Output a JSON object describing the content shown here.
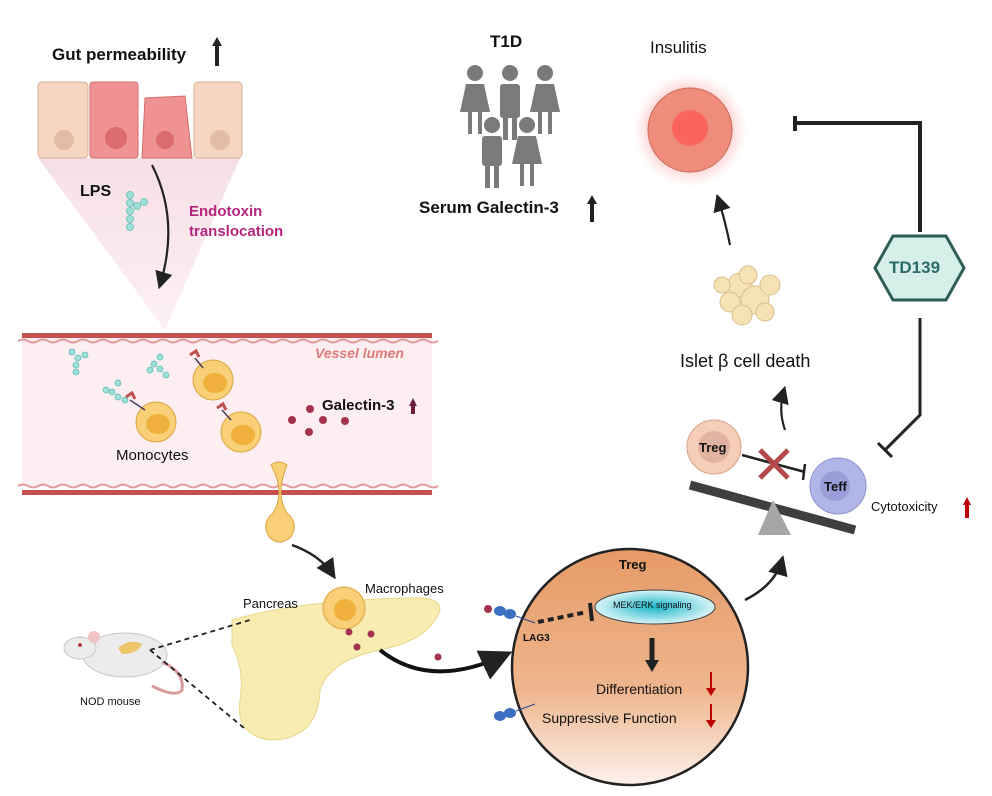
{
  "gut": {
    "title": "Gut permeability",
    "lps_label": "LPS",
    "translocation_label_line1": "Endotoxin",
    "translocation_label_line2": "translocation"
  },
  "t1d": {
    "title": "T1D",
    "serum_label": "Serum Galectin-3"
  },
  "insulitis": {
    "label": "Insulitis"
  },
  "drug": {
    "name": "TD139"
  },
  "islet": {
    "label": "Islet β cell death"
  },
  "balance": {
    "treg_label": "Treg",
    "teff_label": "Teff",
    "cytotoxicity_label": "Cytotoxicity"
  },
  "vessel": {
    "lumen_label": "Vessel lumen",
    "galectin_label": "Galectin-3",
    "monocytes_label": "Monocytes"
  },
  "tissue": {
    "pancreas_label": "Pancreas",
    "macrophages_label": "Macrophages",
    "mouse_label": "NOD mouse"
  },
  "treg_cell": {
    "title": "Treg",
    "signaling_label": "MEK/ERK signaling",
    "receptor_label": "LAG3",
    "differentiation_label": "Differentiation",
    "suppressive_label": "Suppressive Function"
  },
  "colors": {
    "accent_magenta": "#b5257e",
    "vessel_red": "#c0504d",
    "down_arrow_red": "#c00000",
    "drug_fill": "#d6efe9",
    "drug_stroke": "#2e5e55",
    "treg_orange": "#e9a577",
    "teff_purple": "#a9aee0"
  }
}
